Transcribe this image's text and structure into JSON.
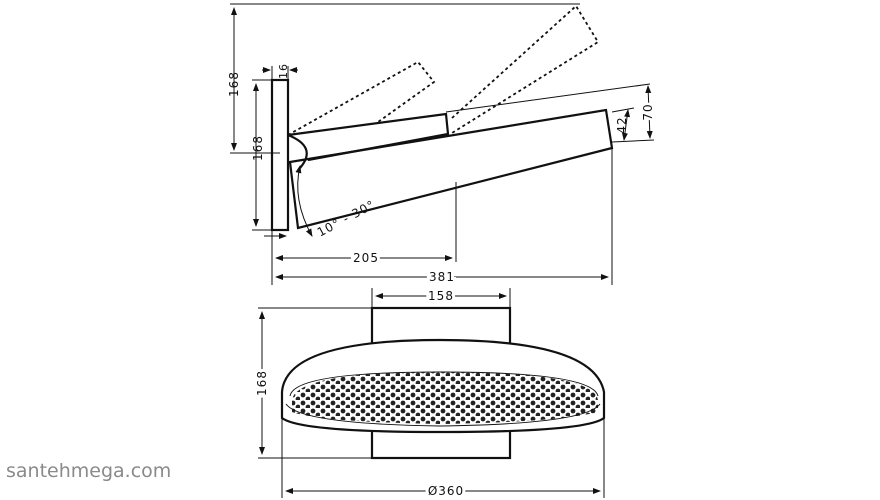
{
  "watermark": "santehmega.com",
  "side_view": {
    "height_outer": "168",
    "height_inner": "168",
    "plate_thickness": "16",
    "reach_to_pivot": "205",
    "total_reach": "381",
    "head_thickness_outer": "70",
    "head_thickness_inner": "42",
    "tilt_range": "10° - 30°"
  },
  "front_view": {
    "plate_width": "158",
    "height": "168",
    "diameter": "Ø360"
  }
}
